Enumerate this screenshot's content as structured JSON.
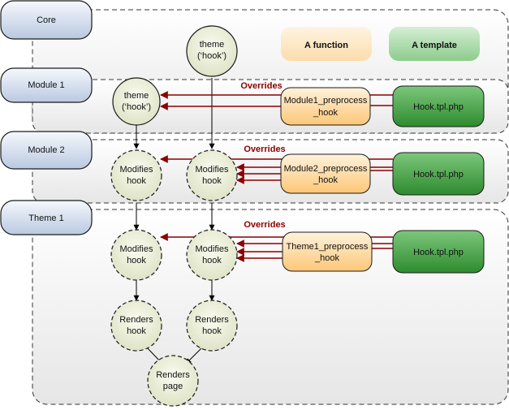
{
  "layers": [
    {
      "id": "core",
      "label": "Core"
    },
    {
      "id": "module1",
      "label": "Module 1"
    },
    {
      "id": "module2",
      "label": "Module 2"
    },
    {
      "id": "theme1",
      "label": "Theme 1"
    }
  ],
  "legend": {
    "function_label": "A function",
    "template_label": "A template"
  },
  "core": {
    "theme_node": [
      "theme",
      "(‘hook’)"
    ]
  },
  "module1": {
    "overrides_label": "Overrides",
    "theme_node": [
      "theme",
      "(‘hook’)"
    ],
    "preprocess": [
      "Module1_preprocess",
      "_hook"
    ],
    "template": "Hook.tpl.php"
  },
  "module2": {
    "overrides_label": "Overrides",
    "modifies_left": [
      "Modifies",
      "hook"
    ],
    "modifies_right": [
      "Modifies",
      "hook"
    ],
    "preprocess": [
      "Module2_preprocess",
      "_hook"
    ],
    "template": "Hook.tpl.php"
  },
  "theme1": {
    "overrides_label": "Overrides",
    "modifies_left": [
      "Modifies",
      "hook"
    ],
    "modifies_right": [
      "Modifies",
      "hook"
    ],
    "preprocess": [
      "Theme1_preprocess",
      "_hook"
    ],
    "template": "Hook.tpl.php",
    "renders_left": [
      "Renders",
      "hook"
    ],
    "renders_right": [
      "Renders",
      "hook"
    ],
    "renders_page": [
      "Renders",
      "page"
    ]
  },
  "colors": {
    "layer_tab_top": "#f4f7fb",
    "layer_tab_bottom": "#bccbe2",
    "function_fill": "#fdd596",
    "template_fill": "#3f9a3f",
    "legend_function": "#fde8c6",
    "legend_template": "#a6d8a6",
    "node_fill": "#eef0dc",
    "override_arrow": "#8b0000",
    "flow_arrow": "#000000"
  }
}
